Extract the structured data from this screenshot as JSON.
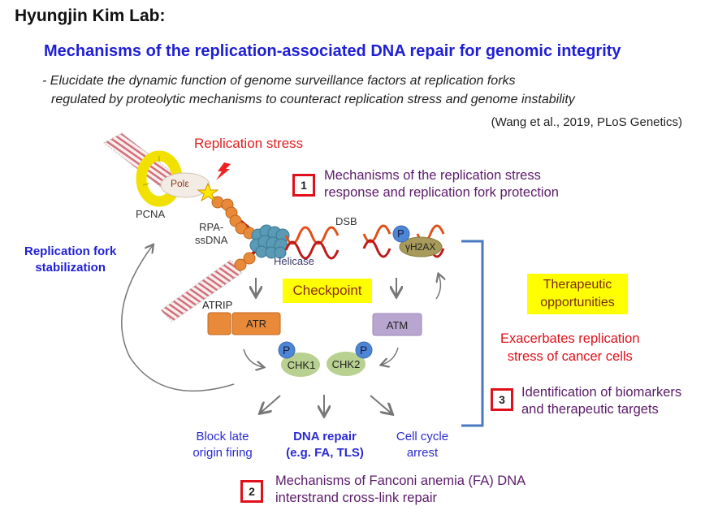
{
  "header": {
    "lab_title": "Hyungjin Kim Lab:",
    "main_title": "Mechanisms of the replication-associated DNA repair for genomic integrity",
    "aim_line1": "- Elucidate the dynamic function of genome surveillance factors at replication forks",
    "aim_line2": "regulated by proteolytic mechanisms to counteract replication stress and genome instability",
    "citation": "(Wang et al., 2019, PLoS Genetics)"
  },
  "diagram": {
    "replication_stress": "Replication stress",
    "labels": {
      "pcna": "PCNA",
      "pol": "Polε",
      "rpa_line1": "RPA-",
      "rpa_line2": "ssDNA",
      "helicase": "Helicase",
      "dsb": "DSB",
      "p": "P",
      "h2ax": "γH2AX",
      "atrip": "ATRIP",
      "atr": "ATR",
      "atm": "ATM",
      "chk1": "CHK1",
      "chk2": "CHK2"
    },
    "checkpoint": "Checkpoint",
    "fork_stabilization_line1": "Replication fork",
    "fork_stabilization_line2": "stabilization",
    "outcomes": [
      {
        "line1": "Block late",
        "line2": "origin firing",
        "bold": false
      },
      {
        "line1": "DNA repair",
        "line2": "(e.g. FA, TLS)",
        "bold": true
      },
      {
        "line1": "Cell cycle",
        "line2": "arrest",
        "bold": false
      }
    ],
    "aims": [
      {
        "number": "1",
        "line1": "Mechanisms of the replication stress",
        "line2": "response and replication fork protection"
      },
      {
        "number": "2",
        "line1": "Mechanisms of Fanconi anemia (FA) DNA",
        "line2": "interstrand cross-link repair"
      },
      {
        "number": "3",
        "line1": "Identification of biomarkers",
        "line2": "and therapeutic targets"
      }
    ],
    "therapeutic_line1": "Therapeutic",
    "therapeutic_line2": "opportunities",
    "exacerbates_line1": "Exacerbates replication",
    "exacerbates_line2": "stress of cancer cells"
  },
  "colors": {
    "title_blue": "#1f1fd6",
    "stress_red": "#e02020",
    "aim_purple": "#5a1a6a",
    "highlight_yellow": "#ffff00",
    "bracket_blue": "#4a78c0"
  }
}
